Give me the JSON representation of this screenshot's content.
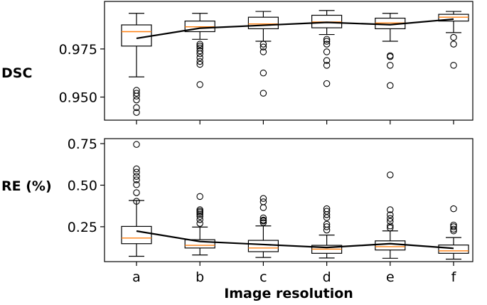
{
  "chart_data": [
    {
      "type": "box",
      "ylabel": "DSC",
      "ylim": [
        0.938,
        0.9997
      ],
      "yticks": [
        0.95,
        0.975
      ],
      "ytick_labels": [
        "0.950",
        "0.975"
      ],
      "categories": [
        "a",
        "b",
        "c",
        "d",
        "e",
        "f"
      ],
      "boxes": [
        {
          "whisker_low": 0.9605,
          "q1": 0.9765,
          "median": 0.984,
          "q3": 0.9875,
          "whisker_high": 0.9935,
          "outliers": [
            0.9535,
            0.952,
            0.9505,
            0.9485,
            0.9445,
            0.942
          ]
        },
        {
          "whisker_low": 0.98,
          "q1": 0.984,
          "median": 0.9865,
          "q3": 0.9895,
          "whisker_high": 0.9935,
          "outliers": [
            0.9775,
            0.9765,
            0.9755,
            0.974,
            0.9725,
            0.9705,
            0.9685,
            0.967,
            0.9565
          ]
        },
        {
          "whisker_low": 0.979,
          "q1": 0.9855,
          "median": 0.988,
          "q3": 0.9915,
          "whisker_high": 0.9945,
          "outliers": [
            0.9775,
            0.976,
            0.9735,
            0.9625,
            0.952
          ]
        },
        {
          "whisker_low": 0.9825,
          "q1": 0.986,
          "median": 0.989,
          "q3": 0.9925,
          "whisker_high": 0.995,
          "outliers": [
            0.98,
            0.979,
            0.9775,
            0.9735,
            0.969,
            0.9665,
            0.957
          ]
        },
        {
          "whisker_low": 0.979,
          "q1": 0.9855,
          "median": 0.9885,
          "q3": 0.991,
          "whisker_high": 0.9935,
          "outliers": [
            0.9715,
            0.971,
            0.9665,
            0.956
          ]
        },
        {
          "whisker_low": 0.9835,
          "q1": 0.9895,
          "median": 0.9915,
          "q3": 0.993,
          "whisker_high": 0.9945,
          "outliers": [
            0.981,
            0.9775,
            0.9665
          ]
        }
      ],
      "mean_line": [
        0.9805,
        0.9858,
        0.9873,
        0.9888,
        0.9876,
        0.9905
      ]
    },
    {
      "type": "box",
      "ylabel": "RE (%)",
      "xlabel": "Image resolution",
      "ylim": [
        0.04,
        0.78
      ],
      "yticks": [
        0.25,
        0.5,
        0.75
      ],
      "ytick_labels": [
        "0.25",
        "0.50",
        "0.75"
      ],
      "categories": [
        "a",
        "b",
        "c",
        "d",
        "e",
        "f"
      ],
      "boxes": [
        {
          "whisker_low": 0.072,
          "q1": 0.148,
          "median": 0.182,
          "q3": 0.252,
          "whisker_high": 0.408,
          "outliers": [
            0.745,
            0.598,
            0.578,
            0.553,
            0.532,
            0.503,
            0.455,
            0.403
          ]
        },
        {
          "whisker_low": 0.08,
          "q1": 0.122,
          "median": 0.138,
          "q3": 0.172,
          "whisker_high": 0.248,
          "outliers": [
            0.432,
            0.352,
            0.343,
            0.335,
            0.325,
            0.312,
            0.293,
            0.27
          ]
        },
        {
          "whisker_low": 0.065,
          "q1": 0.1,
          "median": 0.122,
          "q3": 0.168,
          "whisker_high": 0.255,
          "outliers": [
            0.42,
            0.4,
            0.365,
            0.303,
            0.29,
            0.285,
            0.275
          ]
        },
        {
          "whisker_low": 0.062,
          "q1": 0.09,
          "median": 0.115,
          "q3": 0.138,
          "whisker_high": 0.2,
          "outliers": [
            0.358,
            0.343,
            0.323,
            0.305,
            0.265,
            0.25,
            0.23
          ]
        },
        {
          "whisker_low": 0.06,
          "q1": 0.11,
          "median": 0.13,
          "q3": 0.165,
          "whisker_high": 0.225,
          "outliers": [
            0.562,
            0.352,
            0.322,
            0.3,
            0.282,
            0.255,
            0.243
          ]
        },
        {
          "whisker_low": 0.055,
          "q1": 0.09,
          "median": 0.105,
          "q3": 0.14,
          "whisker_high": 0.185,
          "outliers": [
            0.358,
            0.26,
            0.25,
            0.235,
            0.225
          ]
        }
      ],
      "mean_line": [
        0.224,
        0.161,
        0.143,
        0.125,
        0.148,
        0.12
      ]
    }
  ],
  "colors": {
    "median": "#ff7f0e",
    "box": "#000000",
    "mean_line": "#000000",
    "outlier": "#000000"
  }
}
